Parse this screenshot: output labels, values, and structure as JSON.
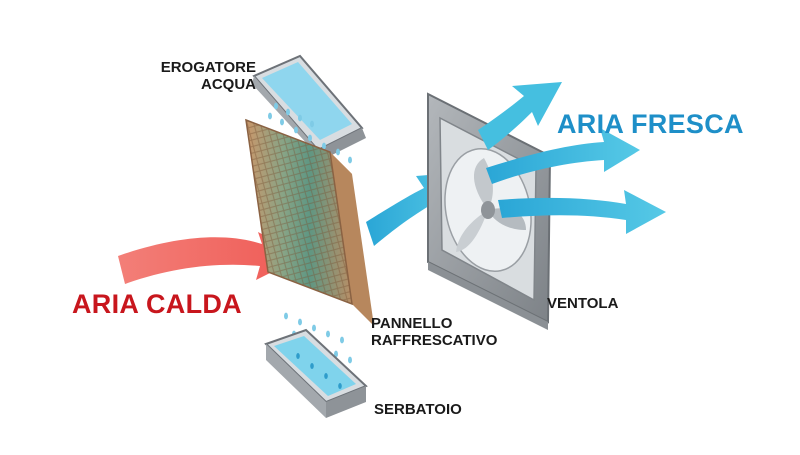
{
  "labels": {
    "water_dispenser": [
      "EROGATORE",
      "ACQUA"
    ],
    "cooling_panel": [
      "PANNELLO",
      "RAFFRESCATIVO"
    ],
    "tank": "SERBATOIO",
    "fan": "VENTOLA",
    "hot_air": "ARIA CALDA",
    "cool_air": "ARIA FRESCA"
  },
  "colors": {
    "hot_air": "#f0645f",
    "hot_air_text": "#c8161d",
    "cool_air": "#35b9de",
    "cool_air_text": "#1e8fc8",
    "panel": "#c8956a",
    "panel_wet": "#6f9d86",
    "metal": "#8e9398",
    "water": "#a9e3f3"
  }
}
